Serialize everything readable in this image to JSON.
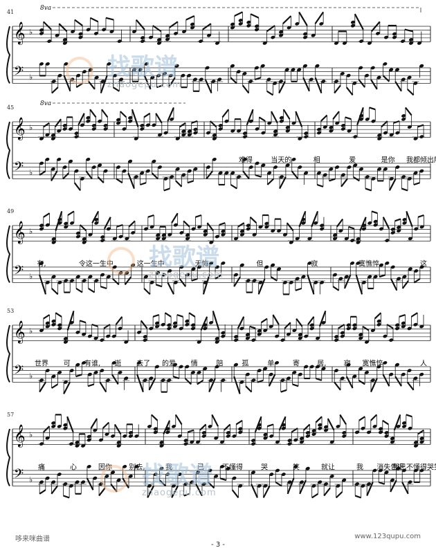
{
  "page": {
    "number": "- 3 -",
    "footer_left": "哆来咪曲谱",
    "footer_right": "www.123qupu.com"
  },
  "watermark": {
    "text": "zhaogepu.com",
    "chinese": "找歌谱"
  },
  "ottava_label": "8va",
  "systems": [
    {
      "start_measure": "41",
      "lyrics": []
    },
    {
      "start_measure": "45",
      "lyrics": [
        "难得",
        "当天的",
        "相",
        "爱",
        "是你",
        "我都倾出所"
      ]
    },
    {
      "start_measure": "49",
      "lyrics": [
        "有,",
        "令这一生中",
        "这一生中",
        "无悔。",
        "但",
        "寂",
        "寞憔悴",
        "这"
      ]
    },
    {
      "start_measure": "53",
      "lyrics": [
        "世界",
        "可",
        "有谁,",
        "逝",
        "去了",
        "的爱",
        "情",
        "陪",
        "孤",
        "单",
        "寄",
        "居,",
        "寂",
        "寞憔悴",
        "，",
        "人"
      ]
    },
    {
      "start_measure": "57",
      "lyrics": [
        "痛",
        "心",
        "因你",
        "别去,",
        "我",
        "已",
        "不懂得",
        "哭",
        "笑",
        "就让",
        "我",
        "消失告退,",
        "我已不懂得哭笑就让"
      ]
    }
  ]
}
